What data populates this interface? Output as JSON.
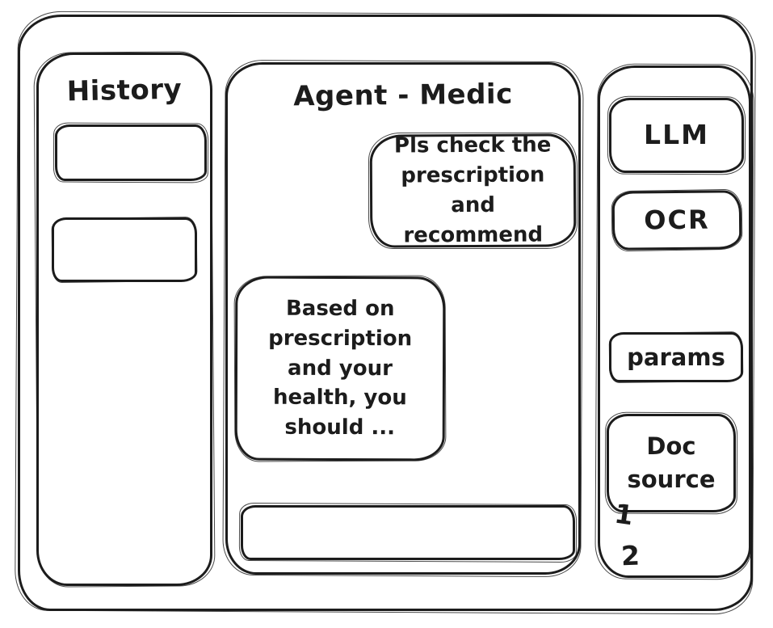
{
  "colors": {
    "stroke": "#1c1c1c",
    "background": "#ffffff"
  },
  "left_sidebar": {
    "title": "History",
    "items": [
      {
        "label": ""
      },
      {
        "label": ""
      }
    ]
  },
  "chat": {
    "title": "Agent - Medic",
    "messages": [
      {
        "role": "user",
        "text": "Pls check the prescription and recommend"
      },
      {
        "role": "assistant",
        "text": "Based on prescription and your health, you should ..."
      }
    ],
    "input": {
      "value": "",
      "placeholder": ""
    }
  },
  "right_sidebar": {
    "items": [
      {
        "label": "LLM"
      },
      {
        "label": "OCR"
      },
      {
        "label": "params"
      },
      {
        "label": "Doc source"
      }
    ],
    "annotations": [
      "1",
      "2"
    ]
  }
}
